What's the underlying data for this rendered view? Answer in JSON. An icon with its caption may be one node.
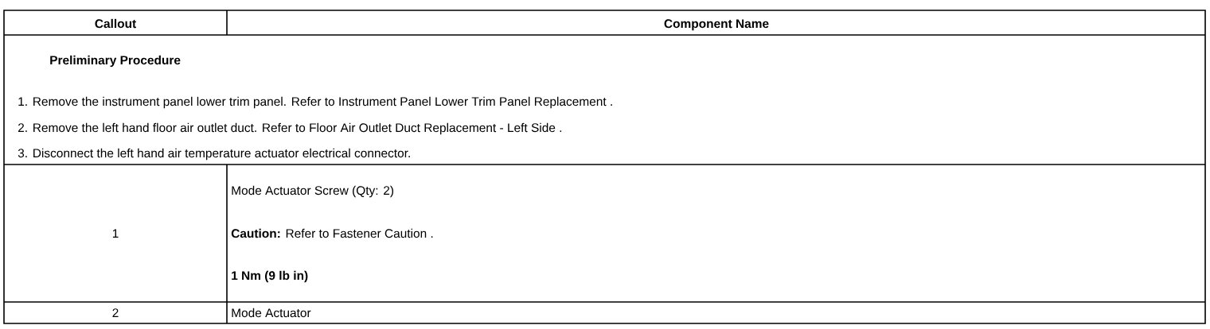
{
  "diagram": {
    "labels": [
      "Callout",
      "Component Name",
      "Preliminary Procedure",
      "1. Remove the instrument panel lower trim panel. Refer to Instrument Panel Lower Trim Panel Replacement .",
      "2. Remove the left hand floor air outlet duct. Refer to Floor Air Outlet Duct Replacement - Left Side .",
      "3. Disconnect the left hand air temperature actuator electrical connector.",
      "1",
      "Mode Actuator Screw (Qty: 2)",
      "**Caution:** Refer to Fastener Caution .",
      "1 Nm (9 lb in)",
      "2",
      "Mode Actuator"
    ]
  }
}
